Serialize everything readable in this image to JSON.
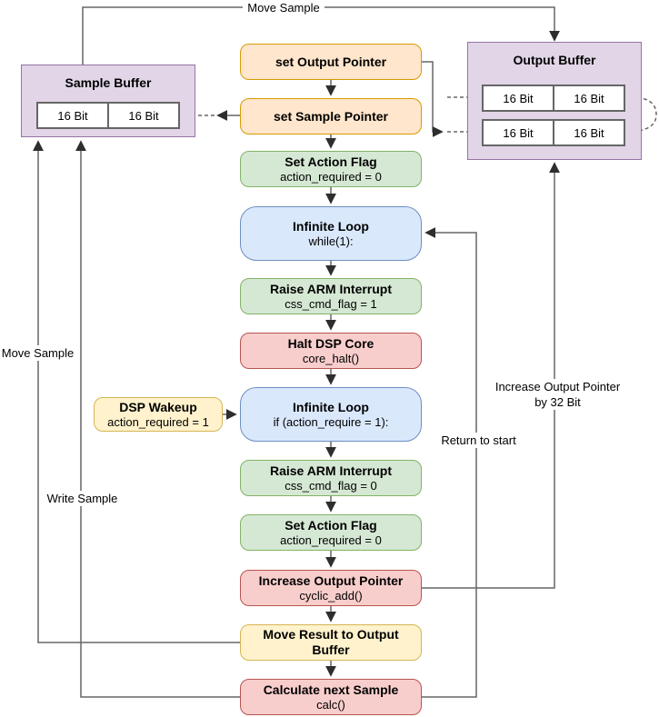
{
  "palette": {
    "orange_fill": "#FFE6CC",
    "orange_border": "#D79B00",
    "yellow_fill": "#FFF2CC",
    "yellow_border": "#D6B656",
    "green_fill": "#D5E8D4",
    "green_border": "#82B366",
    "blue_fill": "#DAE8FC",
    "blue_border": "#6C8EBF",
    "red_fill": "#F8CECC",
    "red_border": "#B85450",
    "purple_fill": "#E1D5E7",
    "purple_border": "#9673A6",
    "edge_line": "#666666",
    "arrowhead": "#2e2e2e"
  },
  "sample_buffer": {
    "title": "Sample Buffer",
    "cells": [
      "16 Bit",
      "16 Bit"
    ]
  },
  "output_buffer": {
    "title": "Output Buffer",
    "cells": [
      "16 Bit",
      "16 Bit",
      "16 Bit",
      "16 Bit"
    ]
  },
  "flow": [
    {
      "title": "set Output Pointer",
      "subtitle": ""
    },
    {
      "title": "set Sample Pointer",
      "subtitle": ""
    },
    {
      "title": "Set Action Flag",
      "subtitle": "action_required = 0"
    },
    {
      "title": "Infinite Loop",
      "subtitle": "while(1):"
    },
    {
      "title": "Raise ARM Interrupt",
      "subtitle": "css_cmd_flag = 1"
    },
    {
      "title": "Halt DSP Core",
      "subtitle": "core_halt()"
    },
    {
      "title": "Infinite Loop",
      "subtitle": "if (action_require = 1):"
    },
    {
      "title": "Raise ARM Interrupt",
      "subtitle": "css_cmd_flag = 0"
    },
    {
      "title": "Set Action Flag",
      "subtitle": "action_required = 0"
    },
    {
      "title": "Increase Output Pointer",
      "subtitle": "cyclic_add()"
    },
    {
      "title": "Move Result to Output Buffer",
      "subtitle": ""
    },
    {
      "title": "Calculate next Sample",
      "subtitle": "calc()"
    }
  ],
  "dsp_wakeup": {
    "title": "DSP Wakeup",
    "subtitle": "action_required = 1"
  },
  "edge_labels": {
    "move_sample_top": "Move Sample",
    "move_sample_left": "Move Sample",
    "write_sample": "Write Sample",
    "return_to_start": "Return to start",
    "increase_line1": "Increase Output Pointer",
    "increase_line2": "by 32 Bit"
  }
}
